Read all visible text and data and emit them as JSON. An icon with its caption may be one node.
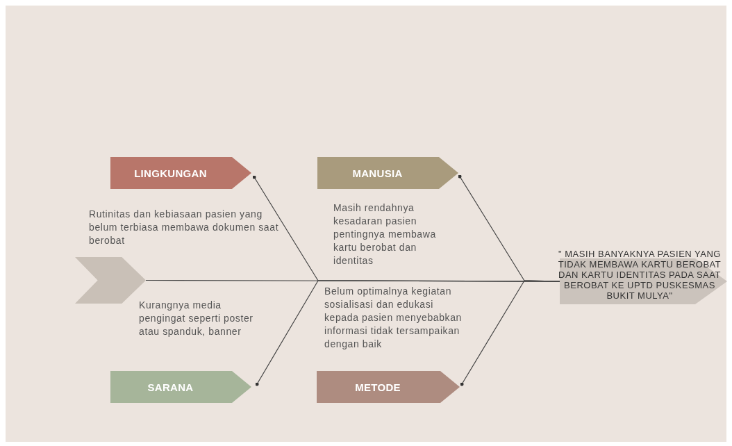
{
  "diagram": {
    "nodes": [
      {
        "text": [],
        "shape": "chevron"
      },
      {
        "text": [
          "LINGKUNGAN"
        ]
      },
      {
        "text": [
          "MANUSIA"
        ]
      },
      {
        "text": [
          "SARANA"
        ]
      },
      {
        "text": [
          "METODE"
        ]
      },
      {
        "text": [
          "\" MASIH BANYAKNYA PASIEN YANG TIDAK MEMBAWA KARTU BEROBAT DAN KARTU IDENTITAS PADA SAAT BEROBAT KE UPTD PUSKESMAS BUKIT MULYA\""
        ]
      }
    ],
    "edges": [
      {
        "from": 0,
        "to": 5,
        "arrow": "none"
      },
      {
        "from": 1,
        "to": 5,
        "arrow": "other"
      },
      {
        "from": 2,
        "to": 5,
        "arrow": "other"
      },
      {
        "from": 3,
        "to": 5,
        "arrow": "other"
      },
      {
        "from": 4,
        "to": 5,
        "arrow": "other"
      }
    ],
    "labels": [
      "Rutinitas dan kebiasaan pasien yang belum terbiasa membawa dokumen saat berobat",
      "Masih rendahnya kesadaran pasien pentingnya membawa kartu berobat dan identitas",
      "Kurangnya media pengingat seperti poster atau spanduk, banner",
      "Belum optimalnya kegiatan sosialisasi dan edukasi kepada pasien menyebabkan informasi tidak tersampaikan dengan baik"
    ]
  }
}
